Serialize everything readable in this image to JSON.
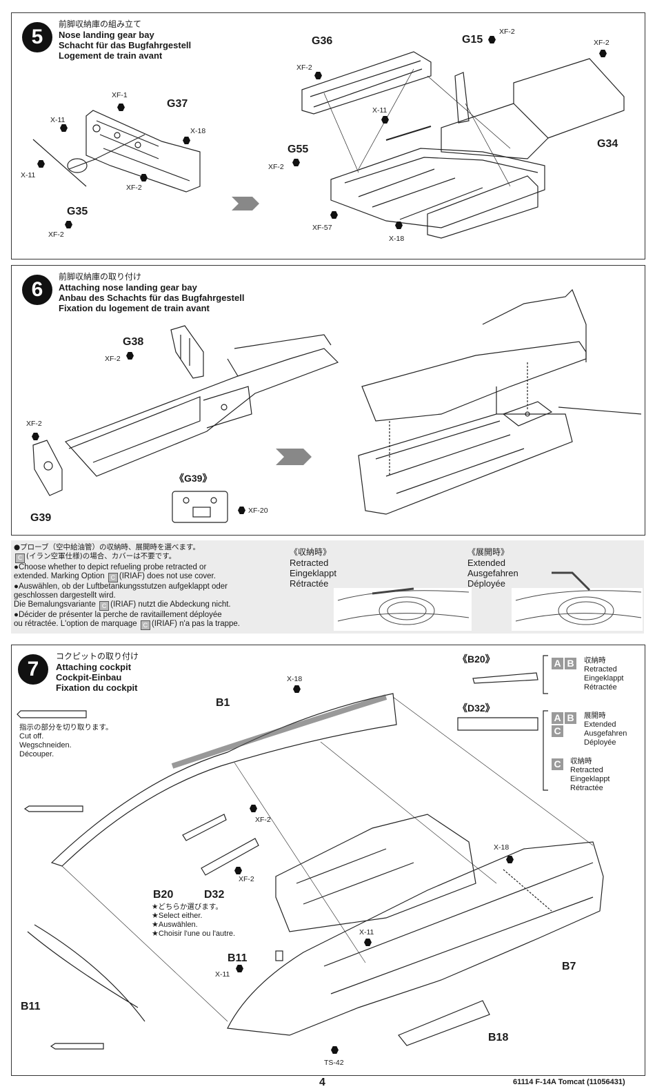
{
  "step5": {
    "number": "5",
    "title_jp": "前脚収納庫の組み立て",
    "title_en": "Nose landing gear bay",
    "title_de": "Schacht für das Bugfahrgestell",
    "title_fr": "Logement de train avant",
    "parts": [
      "G37",
      "G35",
      "G36",
      "G15",
      "G34",
      "G55"
    ],
    "colors": [
      "XF-1",
      "X-11",
      "X-18",
      "X-11",
      "XF-2",
      "XF-2",
      "XF-2",
      "XF-2",
      "XF-2",
      "X-11",
      "XF-2",
      "XF-57",
      "X-18"
    ]
  },
  "step6": {
    "number": "6",
    "title_jp": "前脚収納庫の取り付け",
    "title_en": "Attaching nose landing gear bay",
    "title_de": "Anbau des Schachts für das Bugfahrgestell",
    "title_fr": "Fixation du logement de train avant",
    "parts": [
      "G38",
      "G39"
    ],
    "inset_label": "《G39》",
    "colors": [
      "XF-2",
      "XF-2",
      "XF-20"
    ]
  },
  "probe_note": {
    "jp1": "●プローブ（空中給油管）の収納時、展開時を選べます。",
    "jp2": "(イラン空軍仕様)の場合、カバーは不要です。",
    "en1": "●Choose whether to depict refueling probe retracted or",
    "en2": "extended. Marking Option",
    "en2b": "(IRIAF) does not use cover.",
    "de1": "●Auswählen, ob der Luftbetankungsstutzen aufgeklappt oder",
    "de2": "geschlossen dargestellt wird.",
    "de3": "Die Bemalungsvariante",
    "de3b": "(IRIAF) nutzt die Abdeckung nicht.",
    "fr1": "●Décider de présenter la perche de ravitaillement déployée",
    "fr2": "ou rétractée. L'option de marquage",
    "fr2b": "(IRIAF) n'a pas la trappe.",
    "mark": "C",
    "retracted": {
      "jp": "《収納時》",
      "en": "Retracted",
      "de": "Eingeklappt",
      "fr": "Rétractée"
    },
    "extended": {
      "jp": "《展開時》",
      "en": "Extended",
      "de": "Ausgefahren",
      "fr": "Déployée"
    }
  },
  "step7": {
    "number": "7",
    "title_jp": "コクピットの取り付け",
    "title_en": "Attaching cockpit",
    "title_de": "Cockpit-Einbau",
    "title_fr": "Fixation du cockpit",
    "cut": {
      "jp": "指示の部分を切り取ります。",
      "en": "Cut off.",
      "de": "Wegschneiden.",
      "fr": "Découper."
    },
    "either": {
      "jp": "★どちらか選びます。",
      "en": "★Select either.",
      "de": "★Auswählen.",
      "fr": "★Choisir l'une ou l'autre."
    },
    "parts": [
      "B1",
      "B20",
      "D32",
      "B11",
      "B7",
      "B18",
      "B11"
    ],
    "inset_b20": "《B20》",
    "inset_d32": "《D32》",
    "opt_b20": {
      "marks": [
        "A",
        "B"
      ],
      "jp": "収納時",
      "en": "Retracted",
      "de": "Eingeklappt",
      "fr": "Rétractée"
    },
    "opt_d32a": {
      "marks": [
        "A",
        "B",
        "C"
      ],
      "jp": "展開時",
      "en": "Extended",
      "de": "Ausgefahren",
      "fr": "Déployée"
    },
    "opt_d32b": {
      "marks": [
        "C"
      ],
      "jp": "収納時",
      "en": "Retracted",
      "de": "Eingeklappt",
      "fr": "Rétractée"
    },
    "colors": [
      "X-18",
      "XF-2",
      "XF-2",
      "X-18",
      "X-11",
      "X-11",
      "TS-42"
    ]
  },
  "footer": {
    "page": "4",
    "code": "61114 F-14A Tomcat (11056431)"
  }
}
